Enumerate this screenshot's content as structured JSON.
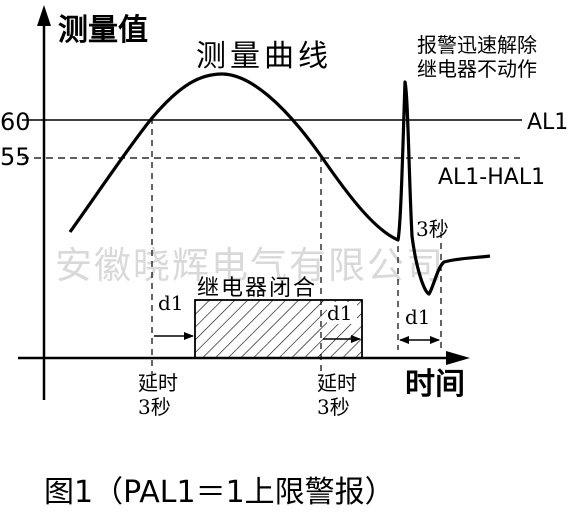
{
  "diagram": {
    "y_axis_label": "测量值",
    "x_axis_label": "时间",
    "curve_label": "测量曲线",
    "alarm_note_line1": "报警迅速解除",
    "alarm_note_line2": "继电器不动作",
    "level_60": "60",
    "level_55": "55",
    "al1_label": "AL1",
    "al1_hal1_label": "AL1-HAL1",
    "relay_label": "继电器闭合",
    "d1_a": "d1",
    "d1_b": "d1",
    "d1_c": "d1",
    "three_sec_peak": "3秒",
    "delay_left_line1": "延时",
    "delay_left_line2": "3秒",
    "delay_right_line1": "延时",
    "delay_right_line2": "3秒",
    "watermark": "安徽晓辉电气有限公司",
    "caption": "图1（PAL1＝1上限警报）"
  }
}
